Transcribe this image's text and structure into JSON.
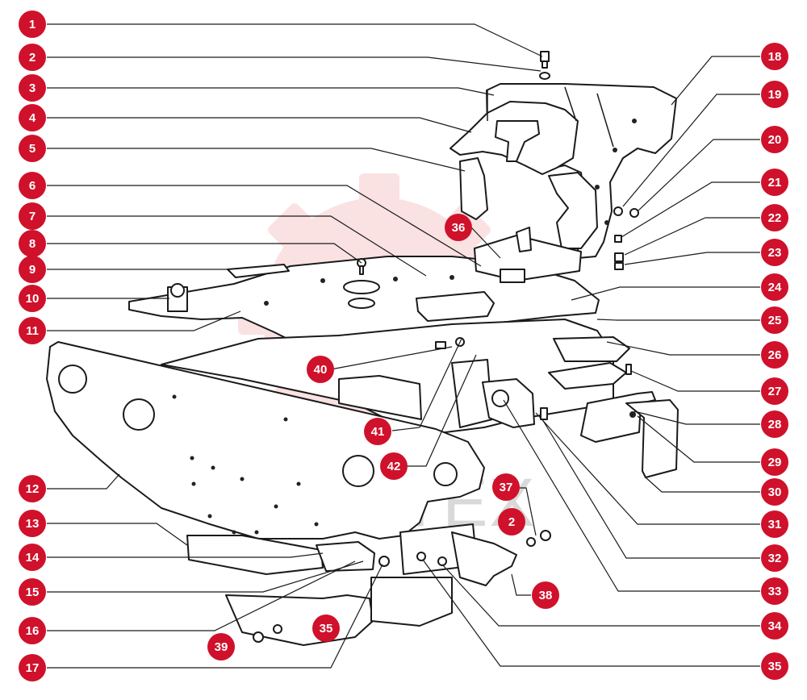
{
  "diagram": {
    "watermark_text": "ИНТЕХ",
    "colors": {
      "callout_fill": "#d0112b",
      "callout_text": "#ffffff",
      "line": "#1a1a1a",
      "watermark_gear": "#f6c9cc",
      "watermark_text": "#d9d9d9"
    },
    "callouts_left": [
      "1",
      "2",
      "3",
      "4",
      "5",
      "6",
      "7",
      "8",
      "9",
      "10",
      "11",
      "12",
      "13",
      "14",
      "15",
      "16",
      "17"
    ],
    "callouts_right": [
      "18",
      "19",
      "20",
      "21",
      "22",
      "23",
      "24",
      "25",
      "26",
      "27",
      "28",
      "29",
      "30",
      "31",
      "32",
      "33",
      "34",
      "35"
    ],
    "callouts_inline": [
      "36",
      "37",
      "2",
      "38",
      "39",
      "35",
      "40",
      "41",
      "42"
    ]
  }
}
